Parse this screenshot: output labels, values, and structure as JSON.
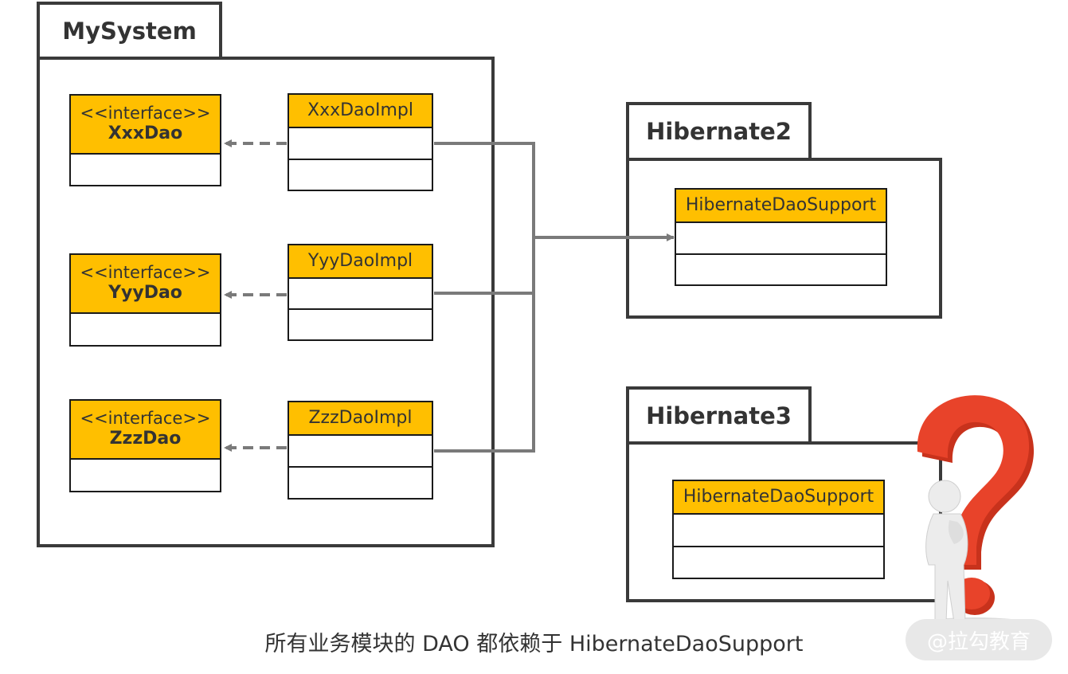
{
  "packages": {
    "mysystem": {
      "name": "MySystem"
    },
    "hibernate2": {
      "name": "Hibernate2"
    },
    "hibernate3": {
      "name": "Hibernate3"
    }
  },
  "interfaces": [
    {
      "stereotype": "<<interface>>",
      "name": "XxxDao"
    },
    {
      "stereotype": "<<interface>>",
      "name": "YyyDao"
    },
    {
      "stereotype": "<<interface>>",
      "name": "ZzzDao"
    }
  ],
  "impls": [
    {
      "name": "XxxDaoImpl"
    },
    {
      "name": "YyyDaoImpl"
    },
    {
      "name": "ZzzDaoImpl"
    }
  ],
  "supports": {
    "h2": {
      "name": "HibernateDaoSupport"
    },
    "h3": {
      "name": "HibernateDaoSupport"
    }
  },
  "caption": "所有业务模块的 DAO 都依赖于 HibernateDaoSupport",
  "watermark": "@拉勾教育",
  "colors": {
    "class_header": "#ffbf00",
    "line": "#7a7a7a",
    "border": "#3a3a3a",
    "question_mark": "#e8432a"
  },
  "icons": [
    "question-mark-figure-icon"
  ]
}
